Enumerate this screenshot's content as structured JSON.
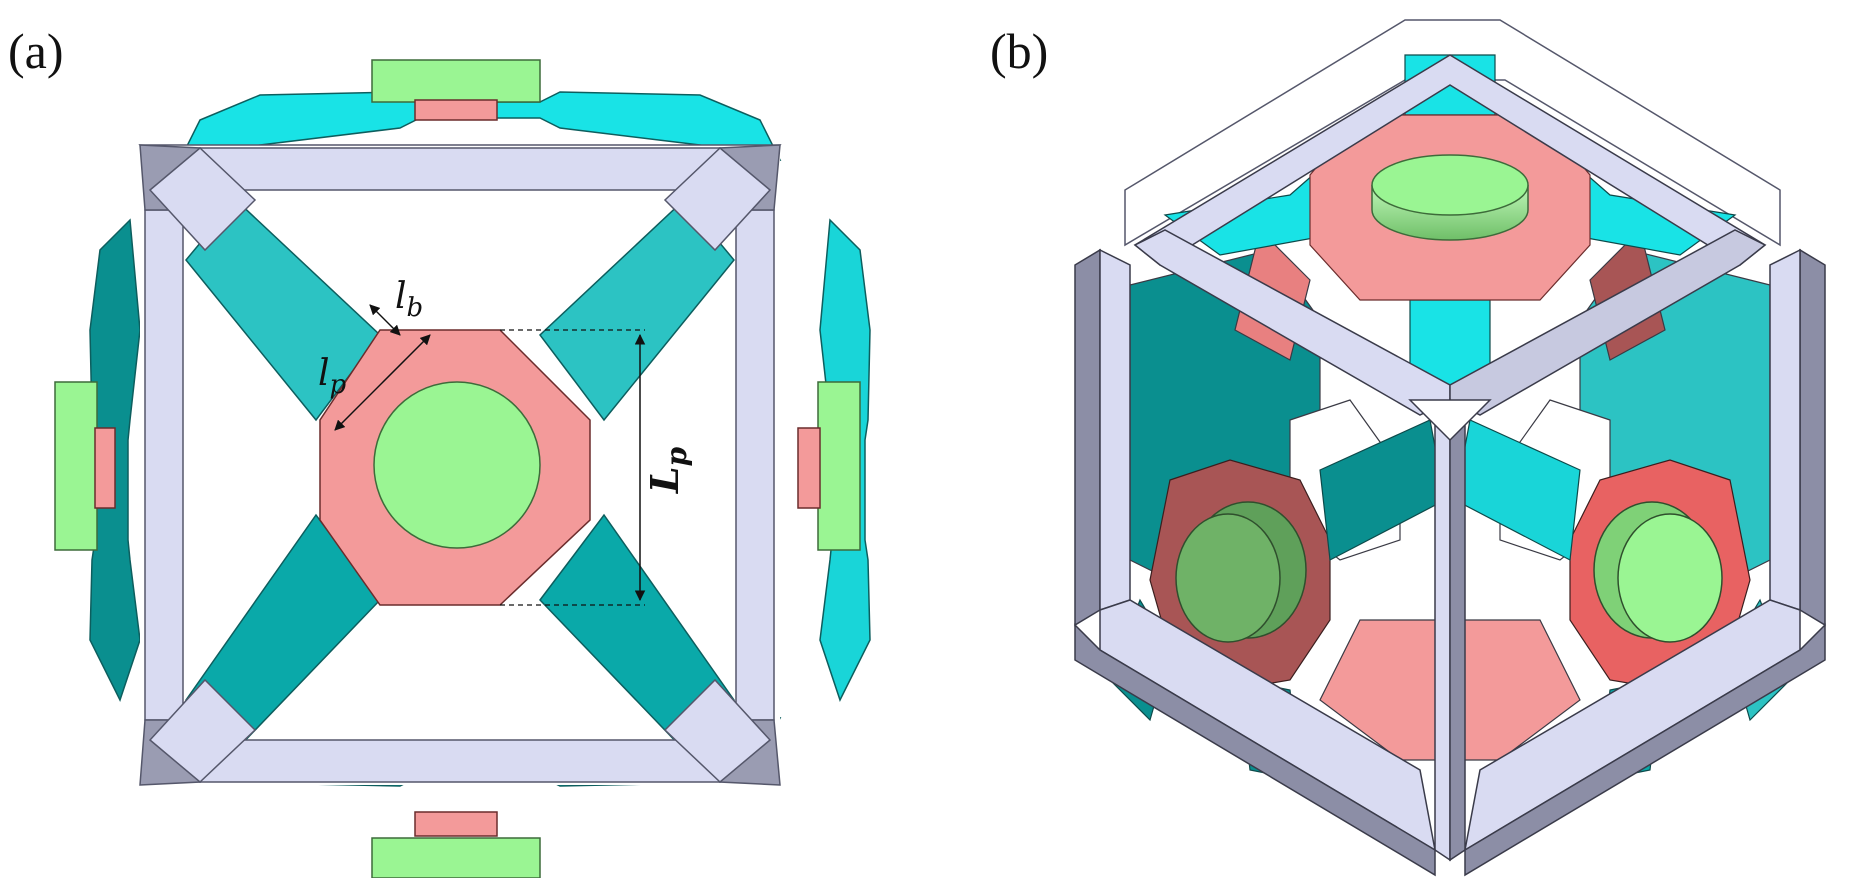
{
  "panels": {
    "a": {
      "label": "(a)"
    },
    "b": {
      "label": "(b)"
    }
  },
  "dimensions": {
    "beam_width": {
      "base": "l",
      "sub": "b"
    },
    "plate_edge": {
      "base": "l",
      "sub": "p"
    },
    "plate_span": {
      "base": "L",
      "sub": "p"
    }
  },
  "colors": {
    "frame": "#d9dbf2",
    "frame_dark": "#8c8ea6",
    "beam_light": "#19e3e6",
    "beam_mid": "#2cc3c3",
    "beam_dark": "#0a8f8f",
    "plate": "#f39a9a",
    "plate_dark": "#b85e5e",
    "disk": "#9af593",
    "disk_dark": "#5fa05a"
  }
}
